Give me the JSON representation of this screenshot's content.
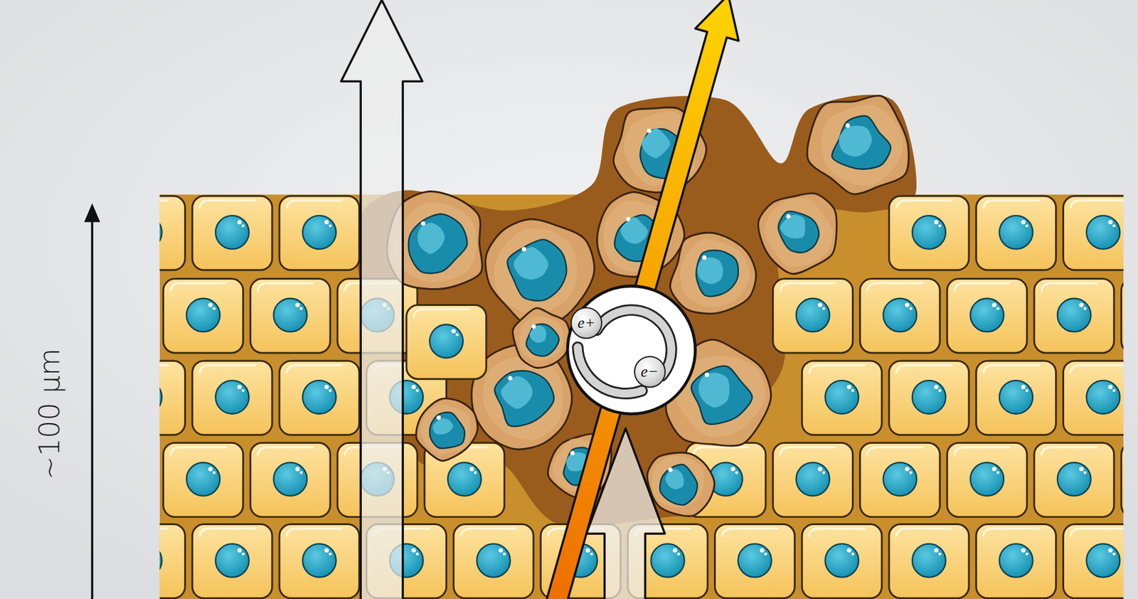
{
  "diagram": {
    "nodes": [
      {
        "text": [
          "e+"
        ]
      },
      {
        "text": [
          "e−"
        ]
      }
    ],
    "labels": [
      "~100 μm"
    ]
  }
}
